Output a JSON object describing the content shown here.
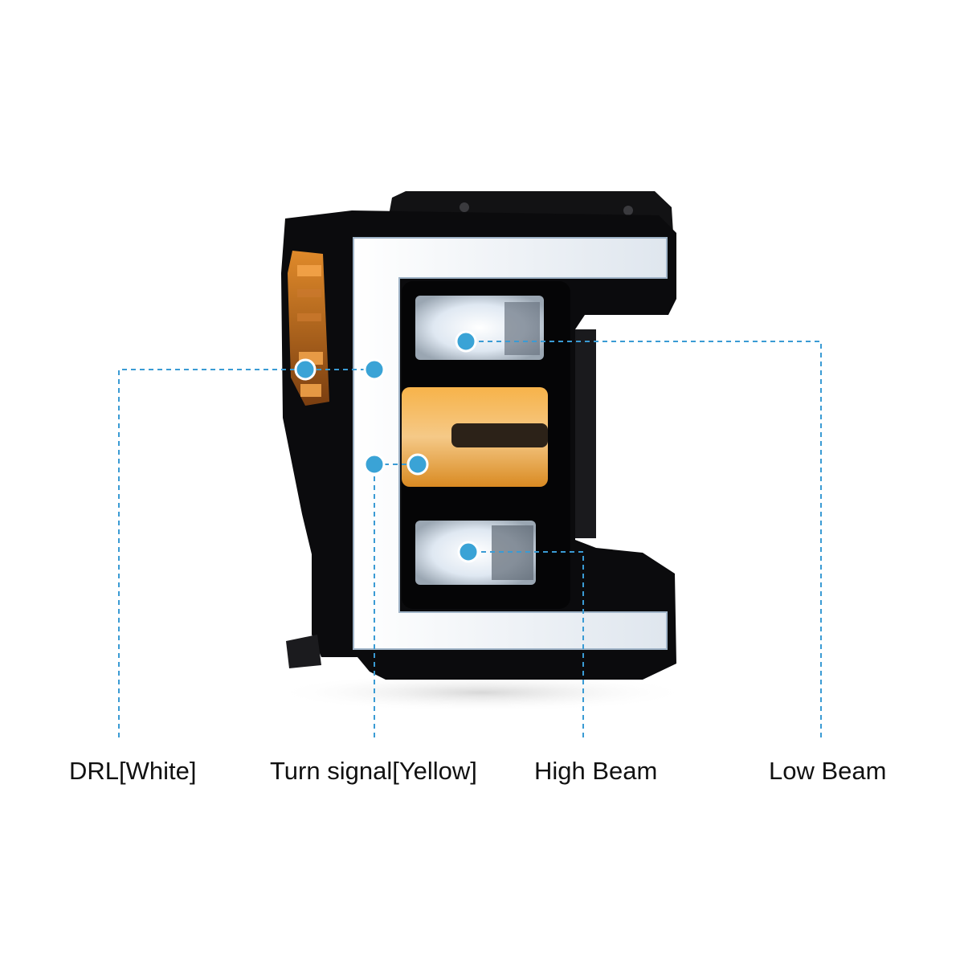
{
  "callouts": {
    "drl": "DRL[White]",
    "turn_signal": "Turn signal[Yellow]",
    "high_beam": "High Beam",
    "low_beam": "Low Beam"
  },
  "colors": {
    "callout_line": "#3a9bd4",
    "callout_dot": "#3aa3d6",
    "callout_dot_ring": "#ffffff",
    "housing": "#0b0b0d",
    "drl_light": "#eef2f7",
    "amber": "#f2a437",
    "label_text": "#111111"
  }
}
